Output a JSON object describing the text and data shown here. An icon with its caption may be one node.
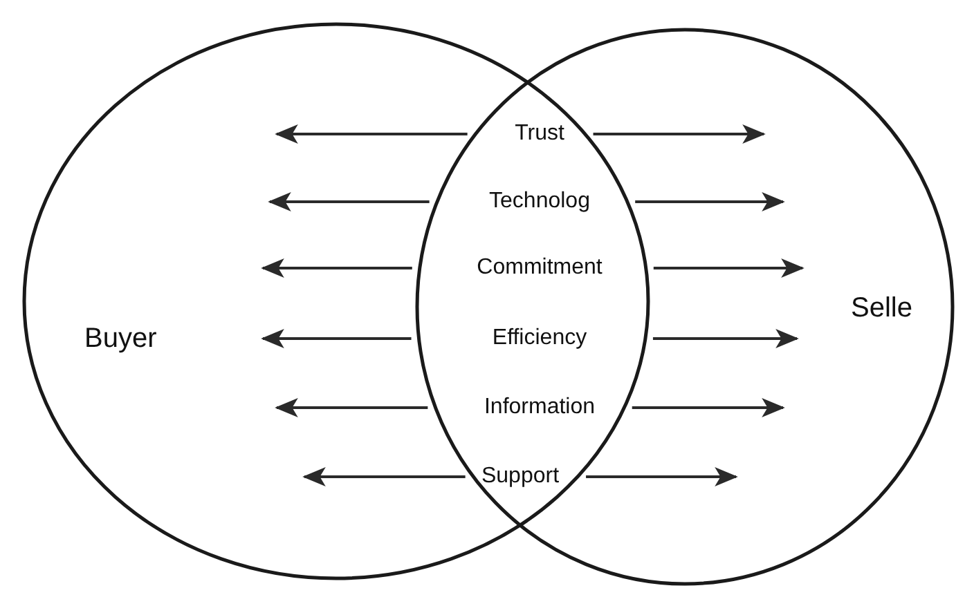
{
  "diagram": {
    "nodes": [
      {
        "text": [
          "Buyer"
        ]
      },
      {
        "text": [
          "Selle"
        ]
      },
      {
        "text": [
          "Trust"
        ]
      },
      {
        "text": [
          "Technolog"
        ]
      },
      {
        "text": [
          "Commitment"
        ]
      },
      {
        "text": [
          "Efficiency"
        ]
      },
      {
        "text": [
          "Information"
        ]
      },
      {
        "text": [
          "Support"
        ]
      }
    ],
    "edges": [
      {
        "from": null,
        "to": 0,
        "arrow": "to"
      },
      {
        "from": null,
        "to": 1,
        "arrow": "to"
      },
      {
        "from": null,
        "to": 0,
        "arrow": "to"
      },
      {
        "from": null,
        "to": 1,
        "arrow": "to"
      },
      {
        "from": null,
        "to": 0,
        "arrow": "to"
      },
      {
        "from": null,
        "to": 1,
        "arrow": "to"
      },
      {
        "from": null,
        "to": 0,
        "arrow": "to"
      },
      {
        "from": null,
        "to": 1,
        "arrow": "to"
      },
      {
        "from": null,
        "to": 0,
        "arrow": "to"
      },
      {
        "from": null,
        "to": 1,
        "arrow": "to"
      },
      {
        "from": null,
        "to": 0,
        "arrow": "to"
      },
      {
        "from": null,
        "to": 1,
        "arrow": "to"
      }
    ]
  }
}
